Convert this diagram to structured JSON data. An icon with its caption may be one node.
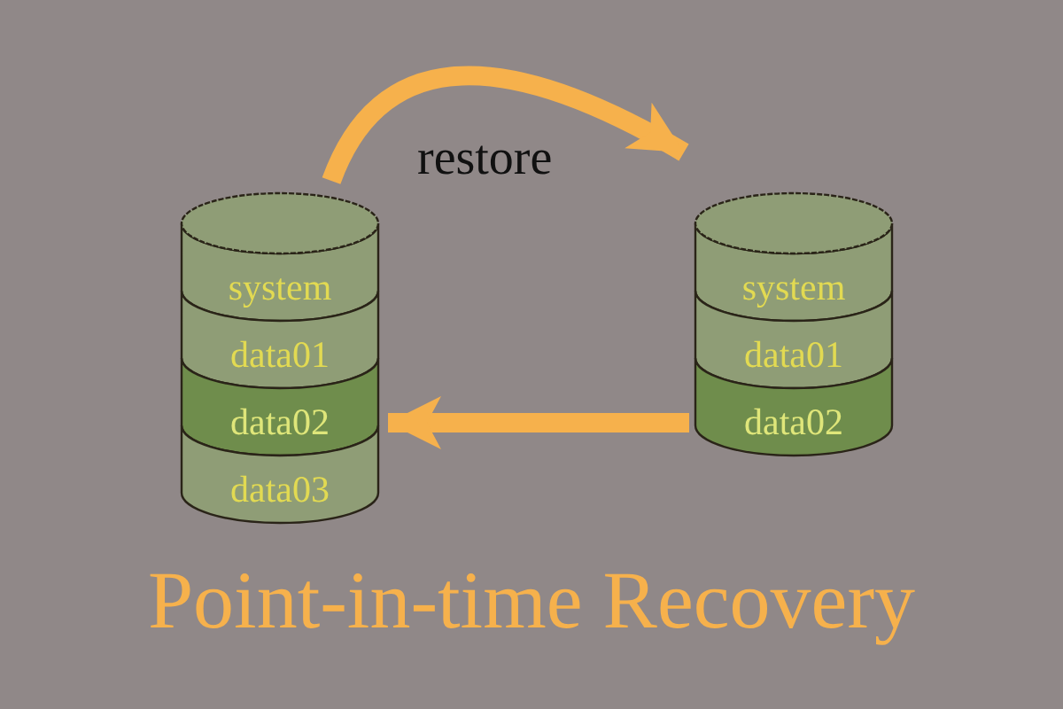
{
  "diagram": {
    "caption": "Point-in-time Recovery",
    "nodes": [
      {
        "text": [],
        "shape": "cylinder"
      },
      {
        "text": [
          "system"
        ],
        "in": 0
      },
      {
        "text": [
          "data01"
        ],
        "in": 0
      },
      {
        "text": [
          "data02"
        ],
        "in": 0
      },
      {
        "text": [
          "data03"
        ],
        "in": 0
      },
      {
        "text": [],
        "shape": "cylinder"
      },
      {
        "text": [
          "system"
        ],
        "in": 5
      },
      {
        "text": [
          "data01"
        ],
        "in": 5
      },
      {
        "text": [
          "data02"
        ],
        "in": 5
      }
    ],
    "edges": [
      {
        "from": 0,
        "to": 5,
        "arrow": "to",
        "label": "restore"
      },
      {
        "from": 8,
        "to": 3,
        "arrow": "to"
      }
    ]
  }
}
